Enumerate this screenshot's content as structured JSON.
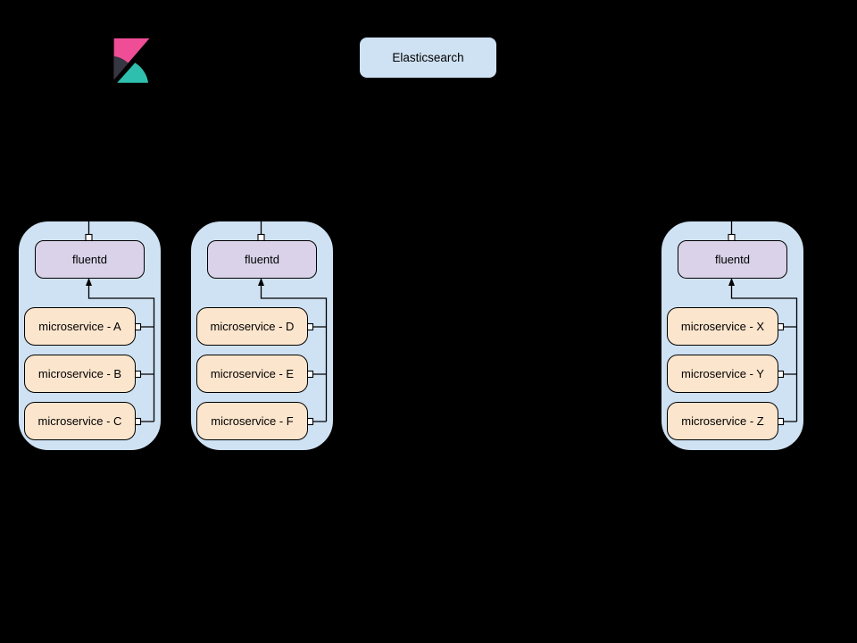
{
  "diagram": {
    "background": "#000000",
    "kibana": {
      "name": "kibana-logo",
      "colors": {
        "pink": "#ef4d96",
        "dark": "#343741",
        "teal": "#2fbfae"
      }
    },
    "elasticsearch": {
      "label": "Elasticsearch",
      "fill": "#cfe2f3"
    },
    "pods": [
      {
        "fluentd_label": "fluentd",
        "services": [
          "microservice - A",
          "microservice - B",
          "microservice - C"
        ]
      },
      {
        "fluentd_label": "fluentd",
        "services": [
          "microservice - D",
          "microservice - E",
          "microservice - F"
        ]
      },
      {
        "fluentd_label": "fluentd",
        "services": [
          "microservice - X",
          "microservice - Y",
          "microservice - Z"
        ]
      }
    ],
    "colors": {
      "pod_fill": "#cfe2f3",
      "fluentd_fill": "#d9d2e9",
      "service_fill": "#fce5cd",
      "connector": "#000000",
      "connector_marker_fill": "#ffffff"
    }
  }
}
